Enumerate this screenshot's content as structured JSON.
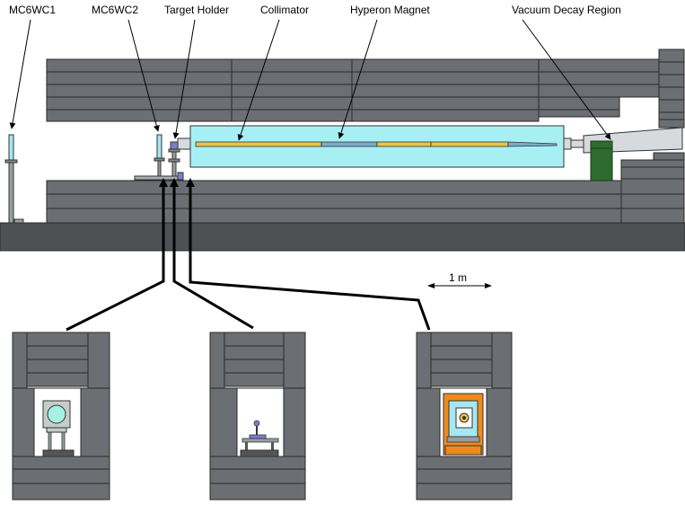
{
  "labels": {
    "mc6wc1": "MC6WC1",
    "mc6wc2": "MC6WC2",
    "target_holder": "Target Holder",
    "collimator": "Collimator",
    "hyperon_magnet": "Hyperon Magnet",
    "vacuum_decay_region": "Vacuum Decay Region",
    "scale": "1 m"
  },
  "colors": {
    "shielding": "#6b6f73",
    "floor": "#4d5154",
    "magnet": "#a6f0f4",
    "collimator": "#e8c44a",
    "chamber": "#a6e8f2",
    "stand": "#2e6b2e",
    "frame": "#f08a1e"
  }
}
